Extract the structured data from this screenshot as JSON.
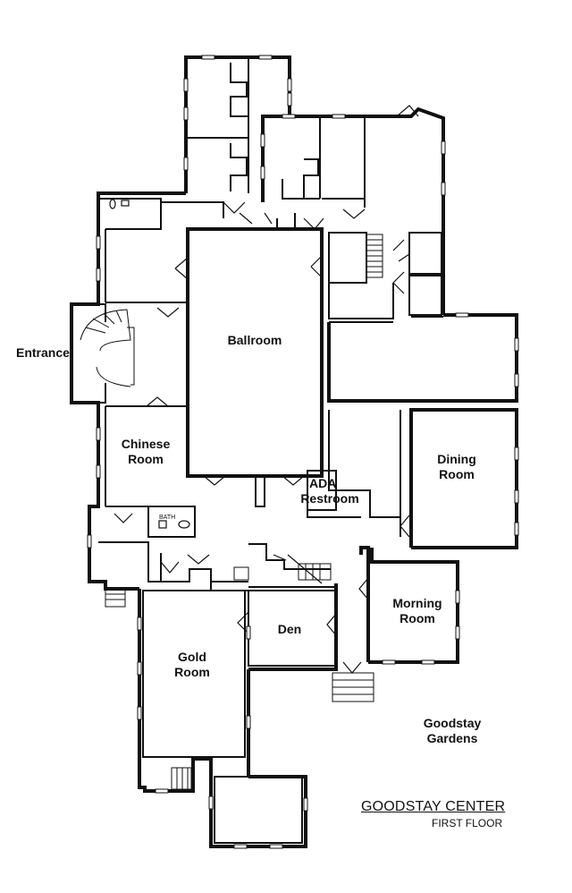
{
  "plan": {
    "title": "GOODSTAY CENTER",
    "subtitle": "FIRST FLOOR"
  },
  "rooms": {
    "entrance": "Entrance",
    "ballroom": "Ballroom",
    "chinese_room_line1": "Chinese",
    "chinese_room_line2": "Room",
    "ada_restroom_line1": "ADA",
    "ada_restroom_line2": "Restroom",
    "dining_room_line1": "Dining",
    "dining_room_line2": "Room",
    "morning_room_line1": "Morning",
    "morning_room_line2": "Room",
    "den": "Den",
    "gold_room_line1": "Gold",
    "gold_room_line2": "Room",
    "gardens_line1": "Goodstay",
    "gardens_line2": "Gardens",
    "bath_tag": "BATH"
  }
}
